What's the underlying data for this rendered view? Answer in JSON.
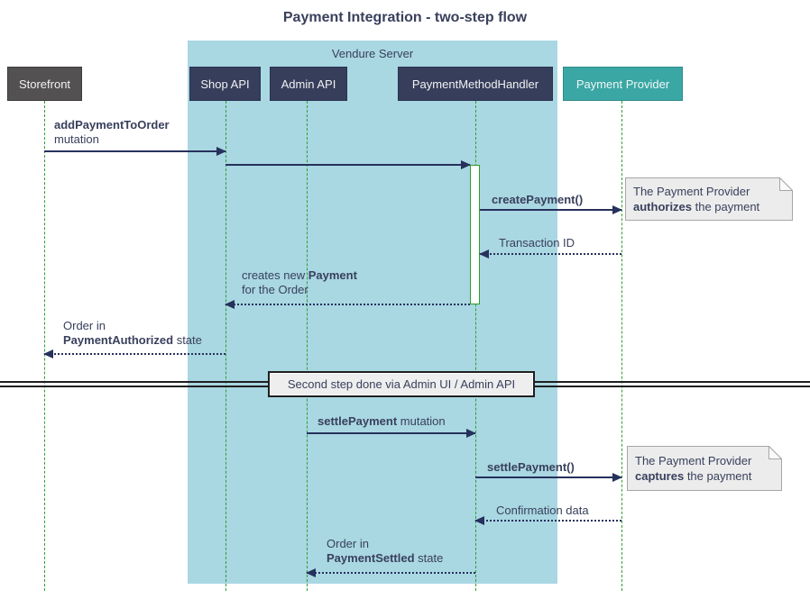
{
  "title": "Payment Integration - two-step flow",
  "server_box": {
    "label": "Vendure Server"
  },
  "participants": [
    {
      "label": "Storefront"
    },
    {
      "label": "Shop API"
    },
    {
      "label": "Admin API"
    },
    {
      "label": "PaymentMethodHandler"
    },
    {
      "label": "Payment Provider"
    }
  ],
  "messages": {
    "m1": {
      "line1_bold": "addPaymentToOrder",
      "line2": "mutation"
    },
    "m3": {
      "bold": "createPayment()"
    },
    "m4": {
      "text": "Transaction ID"
    },
    "m5": {
      "pre": "creates new ",
      "bold": "Payment",
      "line2": "for the Order"
    },
    "m6": {
      "line1": "Order in",
      "bold": "PaymentAuthorized",
      "post": " state"
    },
    "m7": {
      "bold": "settlePayment",
      "post": " mutation"
    },
    "m8": {
      "bold": "settlePayment()"
    },
    "m9": {
      "text": "Confirmation data"
    },
    "m10": {
      "line1": "Order in",
      "bold": "PaymentSettled",
      "post": " state"
    }
  },
  "notes": {
    "n1": {
      "line1": "The Payment Provider",
      "bold": "authorizes",
      "post": " the payment"
    },
    "n2": {
      "line1": "The Payment Provider",
      "bold": "captures",
      "post": " the payment"
    }
  },
  "divider": {
    "label": "Second step done via Admin UI / Admin API"
  },
  "colors": {
    "participant_navy": "#363E5C",
    "participant_gray": "#545152",
    "participant_teal": "#3AA7A4",
    "server_box_blue": "#A9D7E2",
    "lifeline_green": "#2CA02C",
    "arrow_navy": "#26315C",
    "note_background": "#ECECEC",
    "divider_line": "#1F1F1F"
  }
}
